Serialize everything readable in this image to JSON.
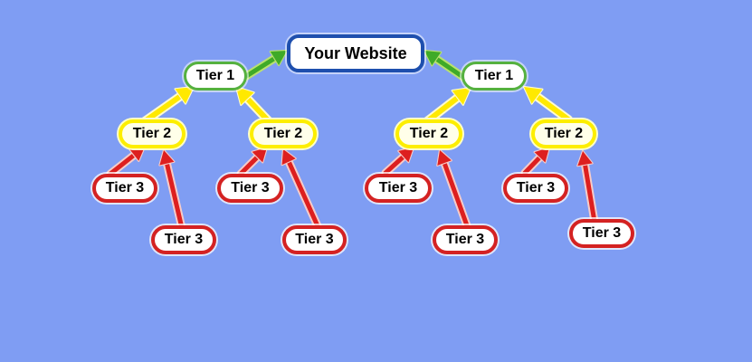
{
  "diagram": {
    "type": "link-pyramid-diagram",
    "website_label": "Your Website",
    "tier1_label": "Tier 1",
    "tier2_label": "Tier 2",
    "tier3_label": "Tier 3",
    "node_counts": {
      "website": 1,
      "tier1": 2,
      "tier2": 4,
      "tier3": 8
    },
    "colors": {
      "background": "#7f9df3",
      "node_fill": "#ffffff",
      "website_border": "#1e4fae",
      "tier1_border": "#55b13f",
      "tier2_border": "#fdee00",
      "tier3_border": "#d42222",
      "arrow_green": "#3faa28",
      "arrow_green_halo": "#b9e170",
      "arrow_yellow": "#ffe900",
      "arrow_yellow_halo": "#fffbd0",
      "arrow_red": "#dd1f1f",
      "arrow_red_halo": "#f6ccc9"
    }
  }
}
